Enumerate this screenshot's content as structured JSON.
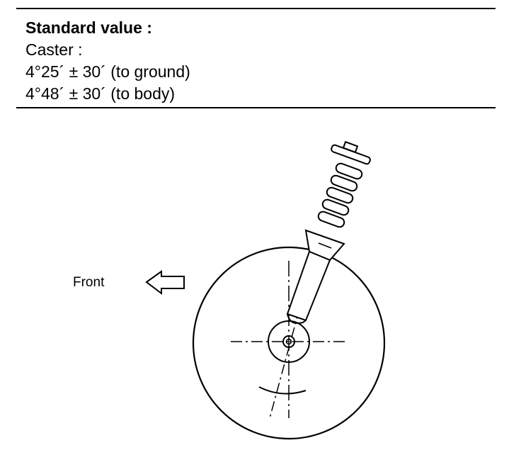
{
  "spec": {
    "heading": "Standard value :",
    "caster_label": "Caster :",
    "to_ground": "4°25´ ± 30´ (to ground)",
    "to_body": "4°48´ ± 30´ (to body)"
  },
  "diagram": {
    "front_label": "Front",
    "arrow_icon": "left-arrow-outline-icon",
    "line_color": "#000000",
    "background": "#ffffff"
  }
}
